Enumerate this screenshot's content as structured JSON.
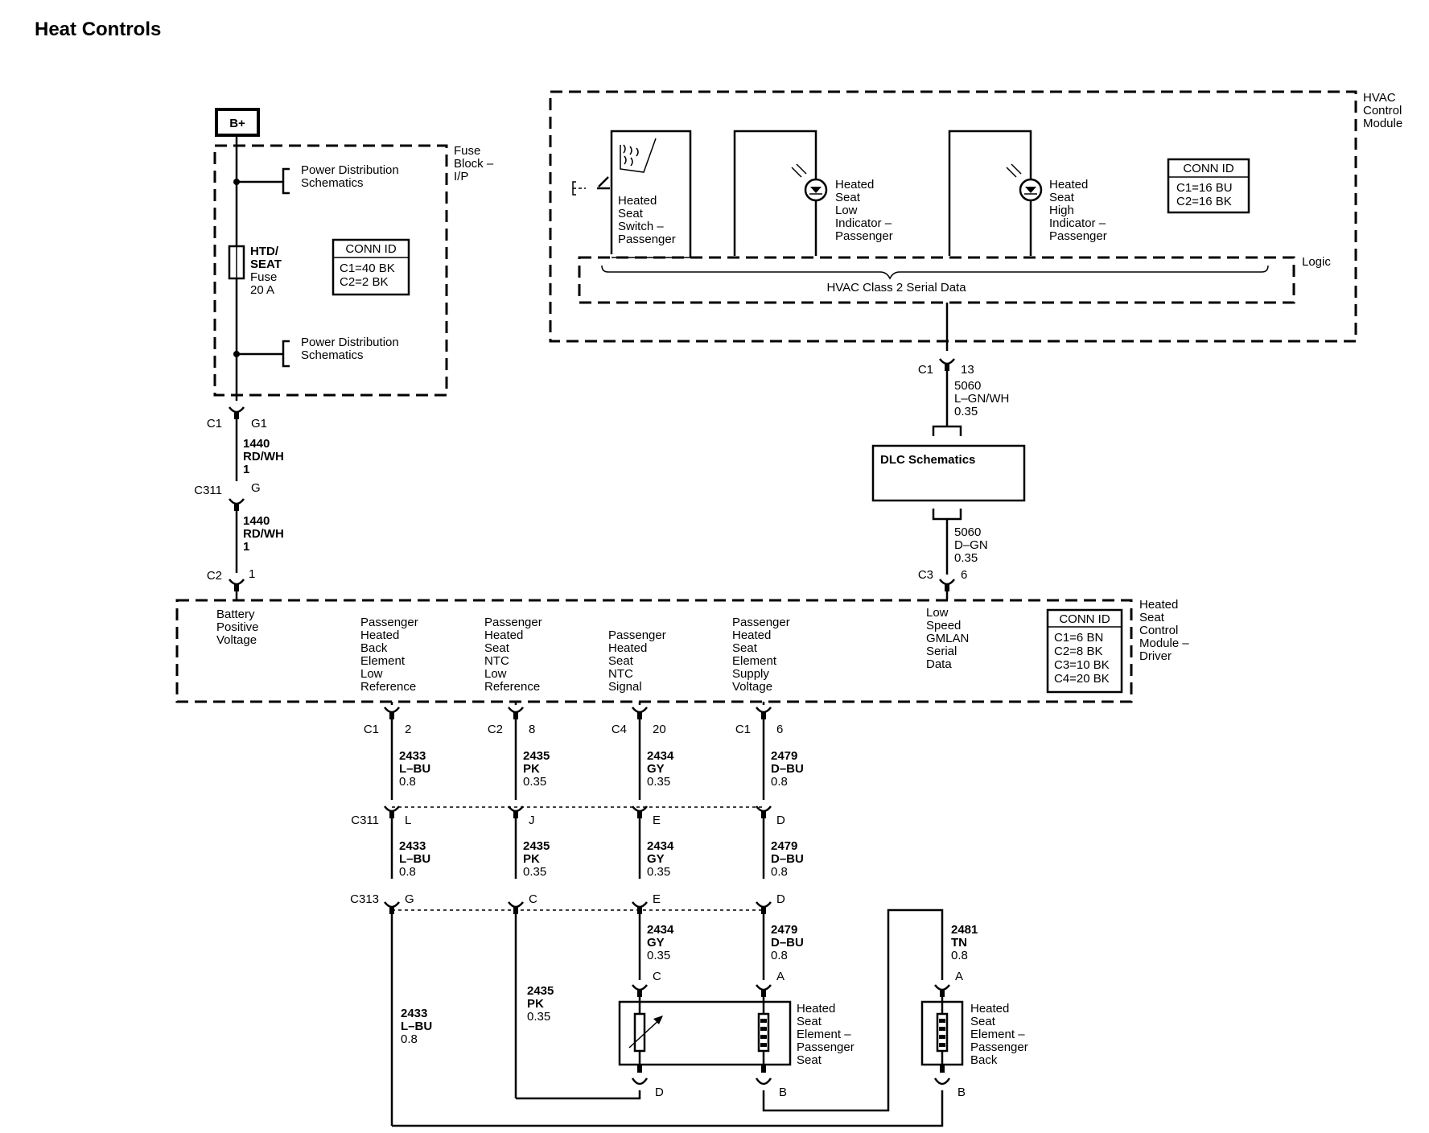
{
  "title": "Heat Controls",
  "power": {
    "label": "B+"
  },
  "fuse_block": {
    "label": [
      "Fuse",
      "Block –",
      "I/P"
    ],
    "pd_top": [
      "Power Distribution",
      "Schematics"
    ],
    "pd_bottom": [
      "Power Distribution",
      "Schematics"
    ],
    "fuse": [
      "HTD/",
      "SEAT",
      "Fuse",
      "20 A"
    ],
    "conn_id": {
      "header": "CONN ID",
      "lines": [
        "C1=40 BK",
        "C2=2 BK"
      ]
    }
  },
  "hvac": {
    "label": [
      "HVAC",
      "Control",
      "Module"
    ],
    "switch": [
      "Heated",
      "Seat",
      "Switch –",
      "Passenger"
    ],
    "low_indicator": [
      "Heated",
      "Seat",
      "Low",
      "Indicator –",
      "Passenger"
    ],
    "high_indicator": [
      "Heated",
      "Seat",
      "High",
      "Indicator –",
      "Passenger"
    ],
    "conn_id": {
      "header": "CONN ID",
      "lines": [
        "C1=16 BU",
        "C2=16 BK"
      ]
    },
    "logic": "Logic",
    "serial": "HVAC Class 2 Serial Data"
  },
  "left_wire": {
    "c1": "C1",
    "c1_pin": "G1",
    "wire1": [
      "1440",
      "RD/WH",
      "1"
    ],
    "c311": "C311",
    "c311_pin": "G",
    "wire2": [
      "1440",
      "RD/WH",
      "1"
    ],
    "c2": "C2",
    "c2_pin": "1"
  },
  "right_wire": {
    "c1": "C1",
    "c1_pin": "13",
    "wire1": [
      "5060",
      "L–GN/WH",
      "0.35"
    ],
    "dlc": "DLC Schematics",
    "wire2": [
      "5060",
      "D–GN",
      "0.35"
    ],
    "c3": "C3",
    "c3_pin": "6"
  },
  "hscm": {
    "label": [
      "Heated",
      "Seat",
      "Control",
      "Module –",
      "Driver"
    ],
    "battery": [
      "Battery",
      "Positive",
      "Voltage"
    ],
    "sig_back_low": [
      "Passenger",
      "Heated",
      "Back",
      "Element",
      "Low",
      "Reference"
    ],
    "sig_ntc_low": [
      "Passenger",
      "Heated",
      "Seat",
      "NTC",
      "Low",
      "Reference"
    ],
    "sig_ntc": [
      "Passenger",
      "Heated",
      "Seat",
      "NTC",
      "Signal"
    ],
    "sig_supply": [
      "Passenger",
      "Heated",
      "Seat",
      "Element",
      "Supply",
      "Voltage"
    ],
    "sig_gmlan": [
      "Low",
      "Speed",
      "GMLAN",
      "Serial",
      "Data"
    ],
    "conn_id": {
      "header": "CONN ID",
      "lines": [
        "C1=6 BN",
        "C2=8 BK",
        "C3=10 BK",
        "C4=20 BK"
      ]
    }
  },
  "bottom": {
    "a": {
      "conn": "C1",
      "pin": "2",
      "wire": [
        "2433",
        "L–BU",
        "0.8"
      ]
    },
    "b": {
      "conn": "C2",
      "pin": "8",
      "wire": [
        "2435",
        "PK",
        "0.35"
      ]
    },
    "c": {
      "conn": "C4",
      "pin": "20",
      "wire": [
        "2434",
        "GY",
        "0.35"
      ]
    },
    "d": {
      "conn": "C1",
      "pin": "6",
      "wire": [
        "2479",
        "D–BU",
        "0.8"
      ]
    },
    "c311": {
      "label": "C311",
      "pins": [
        "L",
        "J",
        "E",
        "D"
      ]
    },
    "c313": {
      "label": "C313",
      "pins": [
        "G",
        "C",
        "E",
        "D"
      ]
    },
    "mid_wires": {
      "a": [
        "2433",
        "L–BU",
        "0.8"
      ],
      "b": [
        "2435",
        "PK",
        "0.35"
      ],
      "c": [
        "2434",
        "GY",
        "0.35"
      ],
      "d": [
        "2479",
        "D–BU",
        "0.8"
      ]
    },
    "low_wires": {
      "a": [
        "2433",
        "L–BU",
        "0.8"
      ],
      "b": [
        "2435",
        "PK",
        "0.35"
      ],
      "c": [
        "2434",
        "GY",
        "0.35"
      ],
      "d": [
        "2479",
        "D–BU",
        "0.8"
      ],
      "e": [
        "2481",
        "TN",
        "0.8"
      ]
    },
    "seat_element": {
      "label": [
        "Heated",
        "Seat",
        "Element –",
        "Passenger",
        "Seat"
      ],
      "pin_c": "C",
      "pin_a": "A",
      "pin_d": "D",
      "pin_b": "B"
    },
    "back_element": {
      "label": [
        "Heated",
        "Seat",
        "Element –",
        "Passenger",
        "Back"
      ],
      "pin_a": "A",
      "pin_b": "B"
    }
  }
}
